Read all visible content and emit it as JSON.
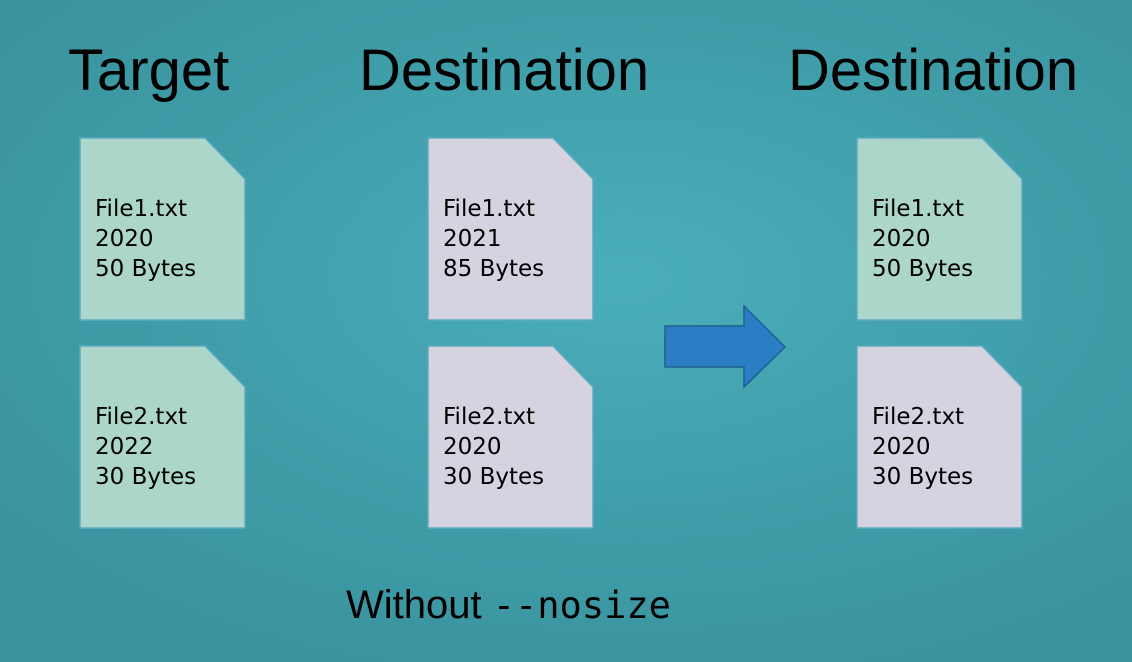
{
  "headings": {
    "target": "Target",
    "destination_before": "Destination",
    "destination_after": "Destination"
  },
  "target": {
    "file1": {
      "name": "File1.txt",
      "year": "2020",
      "size": "50 Bytes",
      "color": "#acd6ca"
    },
    "file2": {
      "name": "File2.txt",
      "year": "2022",
      "size": "30 Bytes",
      "color": "#acd6ca"
    }
  },
  "destination_before": {
    "file1": {
      "name": "File1.txt",
      "year": "2021",
      "size": "85 Bytes",
      "color": "#d5d3e0"
    },
    "file2": {
      "name": "File2.txt",
      "year": "2020",
      "size": "30 Bytes",
      "color": "#d5d3e0"
    }
  },
  "destination_after": {
    "file1": {
      "name": "File1.txt",
      "year": "2020",
      "size": "50 Bytes",
      "color": "#acd6ca"
    },
    "file2": {
      "name": "File2.txt",
      "year": "2020",
      "size": "30 Bytes",
      "color": "#d5d3e0"
    }
  },
  "arrow": {
    "icon": "right-arrow-icon",
    "color": "#2a7fc4"
  },
  "caption": {
    "label": "Without ",
    "flag": "--nosize"
  }
}
